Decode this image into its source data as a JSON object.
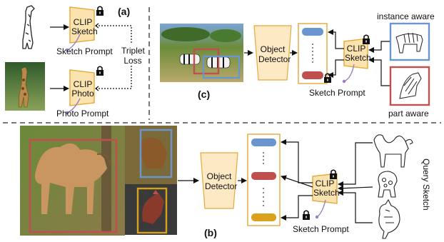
{
  "panel_a": {
    "tag": "(a)",
    "clip_sketch": [
      "CLIP",
      "Sketch"
    ],
    "clip_photo": [
      "CLIP",
      "Photo"
    ],
    "sketch_prompt": "Sketch Prompt",
    "photo_prompt": "Photo Prompt",
    "loss": [
      "Triplet",
      "Loss"
    ]
  },
  "panel_c": {
    "tag": "(c)",
    "detector": [
      "Object",
      "Detector"
    ],
    "clip_sketch": [
      "CLIP",
      "Sketch"
    ],
    "sketch_prompt": "Sketch Prompt",
    "instance_aware": "instance aware",
    "part_aware": "part aware"
  },
  "panel_b": {
    "tag": "(b)",
    "detector": [
      "Object",
      "Detector"
    ],
    "clip_sketch": [
      "CLIP",
      "Sketch"
    ],
    "sketch_prompt": "Sketch Prompt",
    "query_sketch": "Query Sketch"
  },
  "colors": {
    "clip_fill": "#fbe3b0",
    "clip_stroke": "#e6a93a",
    "detector_fill": "#fde9c4",
    "token_blue": "#6b95cf",
    "token_red": "#c0504d",
    "token_yellow": "#d9a21a",
    "box_red": "#c0504d",
    "box_blue": "#6b95cf",
    "box_yellow": "#d9a21a",
    "prompt_purple": "#9a7fbf",
    "divider": "#777777"
  }
}
